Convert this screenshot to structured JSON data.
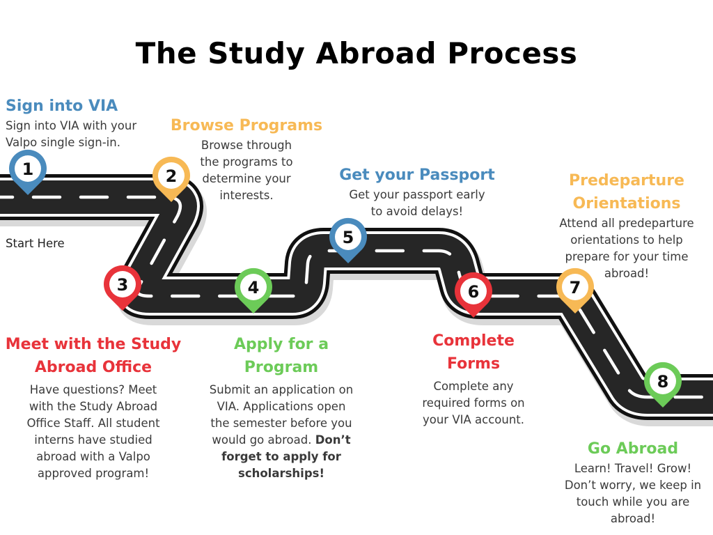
{
  "title": "The Study Abroad Process",
  "start_label": "Start Here",
  "colors": {
    "blue": "#4a8bbd",
    "orange": "#f7b955",
    "red": "#e8333a",
    "green": "#6ccb58",
    "road": "#262626",
    "text": "#3a3a3a"
  },
  "steps": [
    {
      "number": "1",
      "color": "blue",
      "heading": "Sign into VIA",
      "heading_lines": [
        "Sign into VIA"
      ],
      "lines": [
        "Sign into VIA with your",
        "Valpo single sign-in."
      ]
    },
    {
      "number": "2",
      "color": "orange",
      "heading": "Browse Programs",
      "heading_lines": [
        "Browse Programs"
      ],
      "lines": [
        "Browse through",
        "the programs to",
        "determine your",
        "interests."
      ]
    },
    {
      "number": "3",
      "color": "red",
      "heading": "Meet with the Study Abroad Office",
      "heading_lines": [
        "Meet with the Study",
        "Abroad Office"
      ],
      "lines": [
        "Have questions? Meet",
        "with the Study Abroad",
        "Office Staff. All student",
        "interns have studied",
        "abroad with a Valpo",
        "approved program!"
      ]
    },
    {
      "number": "4",
      "color": "green",
      "heading": "Apply for a Program",
      "heading_lines": [
        "Apply for a",
        "Program"
      ],
      "lines": [
        "Submit an application on",
        "VIA. Applications open",
        "the semester before you"
      ],
      "line_mixed": {
        "normal": "would go abroad. ",
        "bold": "Don’t"
      },
      "bold_lines": [
        "forget to apply for",
        "scholarships!"
      ]
    },
    {
      "number": "5",
      "color": "blue",
      "heading": "Get your Passport",
      "heading_lines": [
        "Get your Passport"
      ],
      "lines": [
        "Get your passport early",
        "to avoid delays!"
      ]
    },
    {
      "number": "6",
      "color": "red",
      "heading": "Complete Forms",
      "heading_lines": [
        "Complete",
        "Forms"
      ],
      "lines": [
        "Complete any",
        "required forms on",
        "your VIA account."
      ]
    },
    {
      "number": "7",
      "color": "orange",
      "heading": "Predeparture Orientations",
      "heading_lines": [
        "Predeparture",
        "Orientations"
      ],
      "lines": [
        "Attend all predeparture",
        "orientations to help",
        "prepare for your time",
        "abroad!"
      ]
    },
    {
      "number": "8",
      "color": "green",
      "heading": "Go Abroad",
      "heading_lines": [
        "Go Abroad"
      ],
      "lines": [
        "Learn! Travel! Grow!",
        "Don’t worry, we keep in",
        "touch while you are",
        "abroad!"
      ]
    }
  ]
}
